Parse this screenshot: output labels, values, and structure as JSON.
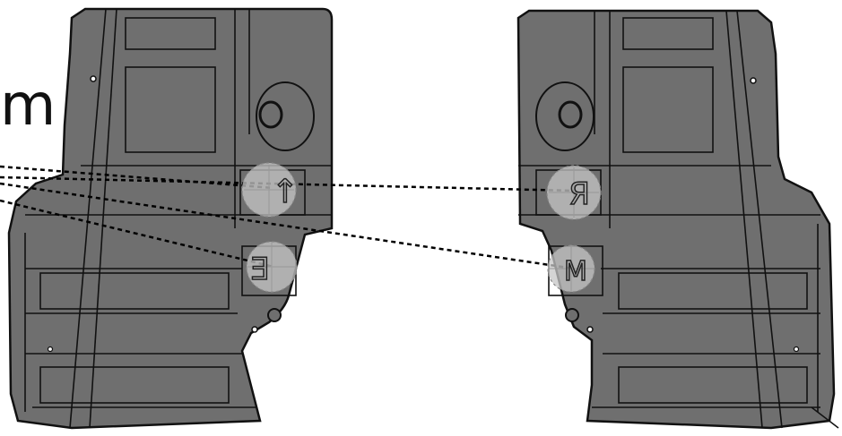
{
  "figure": {
    "label_fragment": "m",
    "callout_left_upper_symbol": "↑",
    "callout_left_lower_symbol": "Ǝ",
    "callout_right_upper_symbol": "Я",
    "callout_right_lower_symbol": "M"
  },
  "colors": {
    "panel_fill": "#6f6f6f",
    "panel_stroke": "#111111",
    "callout_fill": "#c6c6c6",
    "leader_line": "#000000",
    "background": "#ffffff"
  }
}
